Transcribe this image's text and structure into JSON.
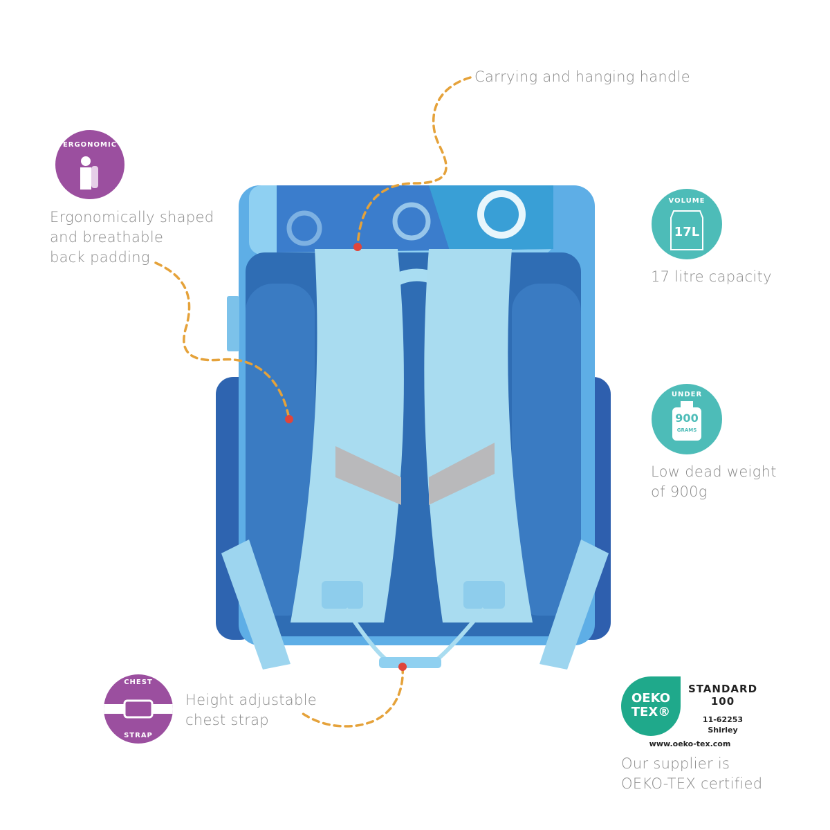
{
  "features": {
    "handle": {
      "text": "Carrying and hanging handle"
    },
    "back": {
      "line1": "Ergonomically shaped",
      "line2": "and breathable",
      "line3": "back padding",
      "badge": "ERGONOMIC"
    },
    "volume": {
      "text": "17 litre capacity",
      "badge_top": "VOLUME",
      "badge_value": "17L"
    },
    "weight": {
      "line1": "Low dead weight",
      "line2": "of 900g",
      "badge_top": "UNDER",
      "badge_value": "900",
      "badge_unit": "GRAMS"
    },
    "chest": {
      "line1": "Height adjustable",
      "line2": "chest strap",
      "badge_top": "CHEST",
      "badge_bottom": "STRAP"
    },
    "oeko": {
      "logo_line1": "OEKO",
      "logo_line2": "TEX®",
      "standard": "STANDARD",
      "number": "100",
      "code": "11-62253",
      "company": "Shirley",
      "url": "www.oeko-tex.com",
      "line1": "Our supplier is",
      "line2": "OEKO-TEX certified"
    }
  },
  "colors": {
    "purple": "#9b4f9f",
    "teal": "#4dbcb8",
    "oeko_green": "#1fa98b",
    "dash": "#e5a23a",
    "dot": "#e0453a"
  }
}
